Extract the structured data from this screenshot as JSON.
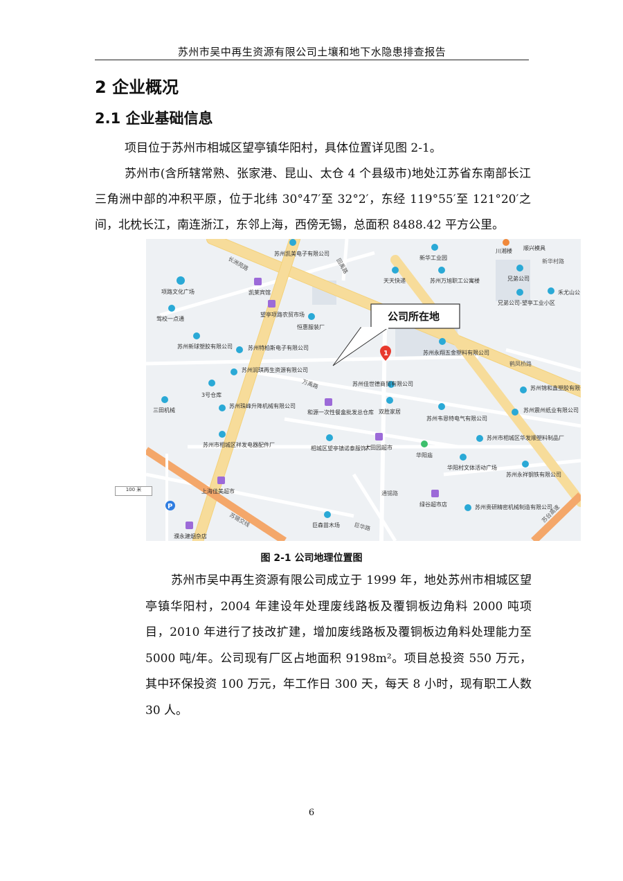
{
  "header": {
    "title": "苏州市吴中再生资源有限公司土壤和地下水隐患排查报告"
  },
  "section": {
    "heading": "2 企业概况"
  },
  "subsection": {
    "heading": "2.1 企业基础信息"
  },
  "paragraphs": [
    "项目位于苏州市相城区望亭镇华阳村，具体位置详见图 2-1。",
    "苏州市(含所辖常熟、张家港、昆山、太仓 4 个县级市)地处江苏省东南部长江三角洲中部的冲积平原，位于北纬 30°47′至 32°2′，东经 119°55′至 121°20′之间，北枕长江，南连浙江，东邻上海，西傍无锡，总面积 8488.42 平方公里。",
    "苏州市吴中再生资源有限公司成立于 1999 年，地处苏州市相城区望亭镇华阳村，2004 年建设年处理废线路板及覆铜板边角料 2000 吨项目，2010 年进行了技改扩建，增加废线路板及覆铜板边角料处理能力至 5000 吨/年。公司现有厂区占地面积 9198m²。项目总投资 550 万元，其中环保投资 100 万元，年工作日 300 天，每天 8 小时，现有职工人数 30 人。"
  ],
  "figure": {
    "caption": "图 2-1 公司地理位置图",
    "callout": "公司所在地",
    "marker_number": "1",
    "scale_label": "100 米",
    "colors": {
      "road_major": "#f7dc9a",
      "road_expressway": "#f4a76a",
      "map_background": "#eef1f4",
      "marker": "#e83a2e",
      "poi_teal": "#2aa9d6",
      "poi_purple": "#9c6ad8"
    },
    "roads": [
      "长洲苑路",
      "万禹路",
      "新华村路",
      "鹤凤桥路",
      "苏锡交线",
      "巨华路",
      "苏台高速",
      "通锡路",
      "回禹路"
    ],
    "pois": [
      "苏州凯美电子有限公司",
      "新华工业园",
      "川湘楼",
      "顺兴模具",
      "项路文化广场",
      "天天快递",
      "苏州万旭职工公寓楼",
      "兄弟公司",
      "禾尤山公",
      "凯莱宾馆",
      "望亭项路农贸市场",
      "兄弟公司-望亭工业小区",
      "驾校一点通",
      "恒惠服装厂",
      "苏州新球塑胶有限公司",
      "苏州特柏斯电子有限公司",
      "苏州永翔五金塑料有限公司",
      "苏州润琪再生资源有限公司",
      "3号仓库",
      "苏州佳世德商贸有限公司",
      "苏州锦和鑫塑胶有限公司",
      "三田机械",
      "苏州珠峰升降机械有限公司",
      "和源一次性餐盒批发总仓库",
      "双胜家居",
      "苏州韦恩特电气有限公司",
      "苏州震州纸业有限公司",
      "苏州市相城区祥发电器配件厂",
      "相城区望亭镇诺泰服饰厂",
      "大田园超市",
      "华阳庙",
      "苏州市相城区华发顺塑料制品厂",
      "华阳村文体活动广场",
      "苏州永祥钢铁有限公司",
      "上海佳美超市",
      "绿谷超市店",
      "苏州贵研精密机械制造有限公司",
      "巨森苗木场",
      "濮永建烟杂店"
    ]
  },
  "page_number": "6"
}
